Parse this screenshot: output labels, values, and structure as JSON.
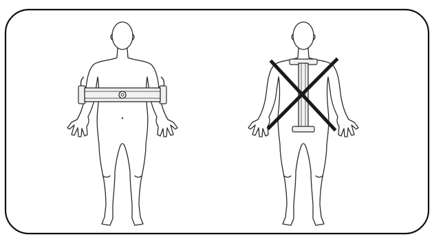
{
  "panel": {
    "border_color": "#111111",
    "background": "#ffffff"
  },
  "figures": [
    {
      "view": "front",
      "strap_orientation": "horizontal",
      "status": "correct"
    },
    {
      "view": "back",
      "strap_orientation": "vertical",
      "status": "incorrect",
      "mark_icon": "cross-mark-icon"
    }
  ],
  "colors": {
    "outline": "#2a2a2a",
    "strap_fill": "#f1f1f1",
    "cross_mark": "#1a1a1a"
  }
}
